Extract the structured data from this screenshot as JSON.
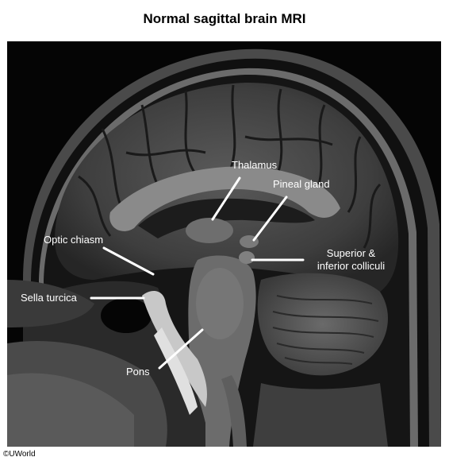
{
  "title": "Normal sagittal brain MRI",
  "labels": {
    "thalamus": "Thalamus",
    "pineal_gland": "Pineal gland",
    "optic_chiasm": "Optic chiasm",
    "superior_inferior_colliculi_1": "Superior &",
    "superior_inferior_colliculi_2": "inferior colliculi",
    "sella_turcica": "Sella turcica",
    "pons": "Pons"
  },
  "copyright": "©UWorld"
}
